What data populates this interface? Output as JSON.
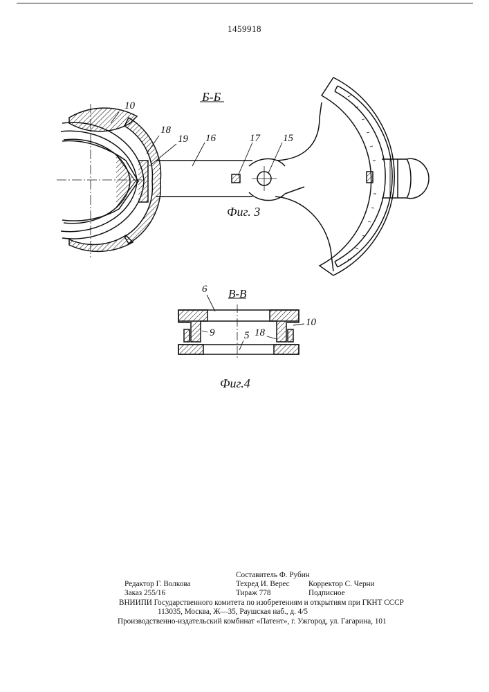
{
  "document": {
    "patent_number": "1459918",
    "sections": {
      "fig3_section": "Б-Б",
      "fig4_section": "В-В"
    },
    "captions": {
      "fig3": "Фиг. 3",
      "fig4": "Фиг.4"
    },
    "fig3_labels": [
      "10",
      "18",
      "19",
      "16",
      "17",
      "15"
    ],
    "fig4_labels": [
      "6",
      "9",
      "5",
      "18",
      "10"
    ]
  },
  "footer": {
    "compiler": "Составитель Ф. Рубин",
    "editor": "Редактор Г. Волкова",
    "techred": "Техред И. Верес",
    "corrector": "Корректор С. Черни",
    "order": "Заказ 255/16",
    "circulation": "Тираж 778",
    "subscription": "Подписное",
    "org_line": "ВНИИПИ Государственного комитета по изобретениям и открытиям при ГКНТ СССР",
    "address_line": "113035, Москва, Ж—35, Раушская наб., д. 4/5",
    "publisher_line": "Производственно-издательский комбинат «Патент», г. Ужгород, ул. Гагарина, 101"
  }
}
